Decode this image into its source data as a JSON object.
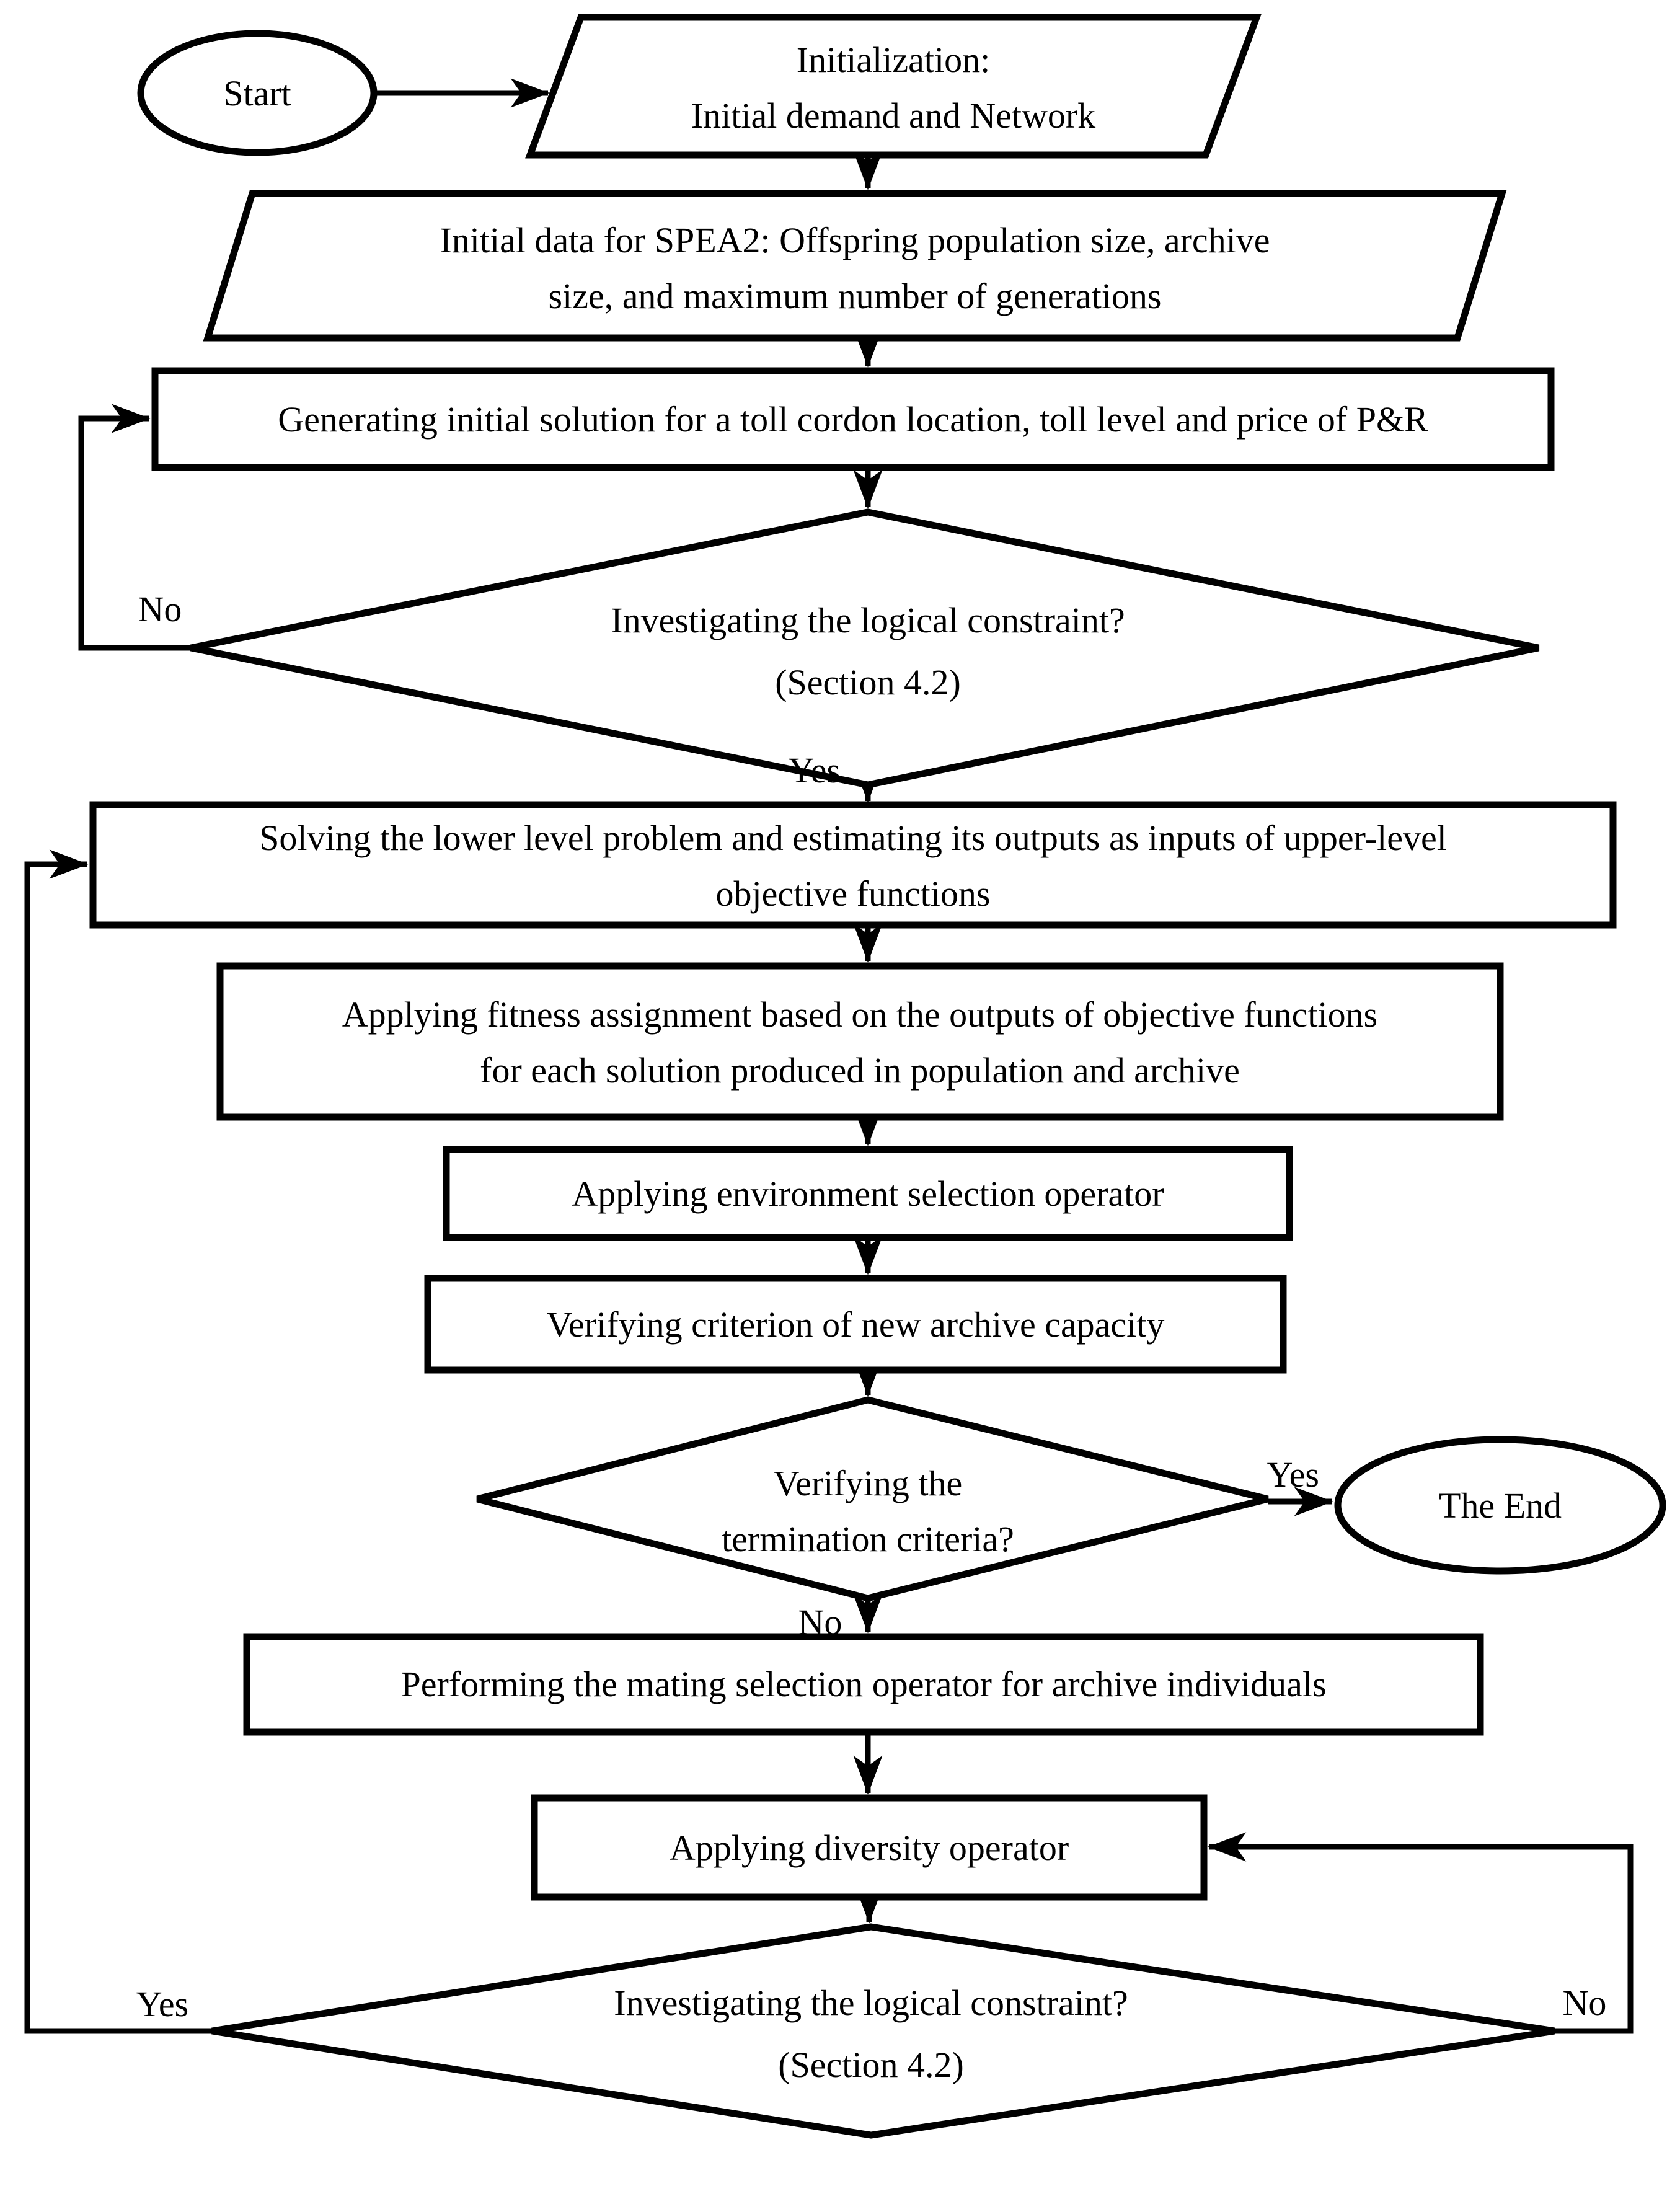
{
  "diagram_type": "flowchart",
  "colors": {
    "ink": "#000000",
    "paper": "#ffffff"
  },
  "nodes": {
    "start": {
      "label": "Start"
    },
    "initialization": {
      "lines": [
        "Initialization:",
        "Initial demand and Network"
      ]
    },
    "initial_data": {
      "lines": [
        "Initial data for SPEA2: Offspring population size, archive",
        "size, and maximum number of generations"
      ]
    },
    "generate_solution": {
      "lines": [
        "Generating initial solution for a toll cordon location, toll level and price of P&R"
      ]
    },
    "logical_constraint_1": {
      "lines": [
        "Investigating the logical constraint?",
        "(Section 4.2)"
      ]
    },
    "solve_lower_level": {
      "lines": [
        "Solving the lower level problem and estimating its outputs as inputs of upper-level",
        "objective functions"
      ]
    },
    "fitness_assignment": {
      "lines": [
        "Applying fitness assignment based on the outputs of objective functions",
        "for each solution produced in population and archive"
      ]
    },
    "environment_selection": {
      "lines": [
        "Applying environment selection operator"
      ]
    },
    "verify_archive": {
      "lines": [
        "Verifying criterion of new archive capacity"
      ]
    },
    "termination_criteria": {
      "lines": [
        "Verifying the",
        "termination criteria?"
      ]
    },
    "the_end": {
      "label": "The End"
    },
    "mating_selection": {
      "lines": [
        "Performing the mating selection operator for archive individuals"
      ]
    },
    "diversity_operator": {
      "lines": [
        "Applying diversity operator"
      ]
    },
    "logical_constraint_2": {
      "lines": [
        "Investigating the logical constraint?",
        "(Section 4.2)"
      ]
    }
  },
  "edge_labels": {
    "constraint1_no": "No",
    "constraint1_yes": "Yes",
    "termination_yes": "Yes",
    "termination_no": "No",
    "constraint2_yes": "Yes",
    "constraint2_no": "No"
  }
}
